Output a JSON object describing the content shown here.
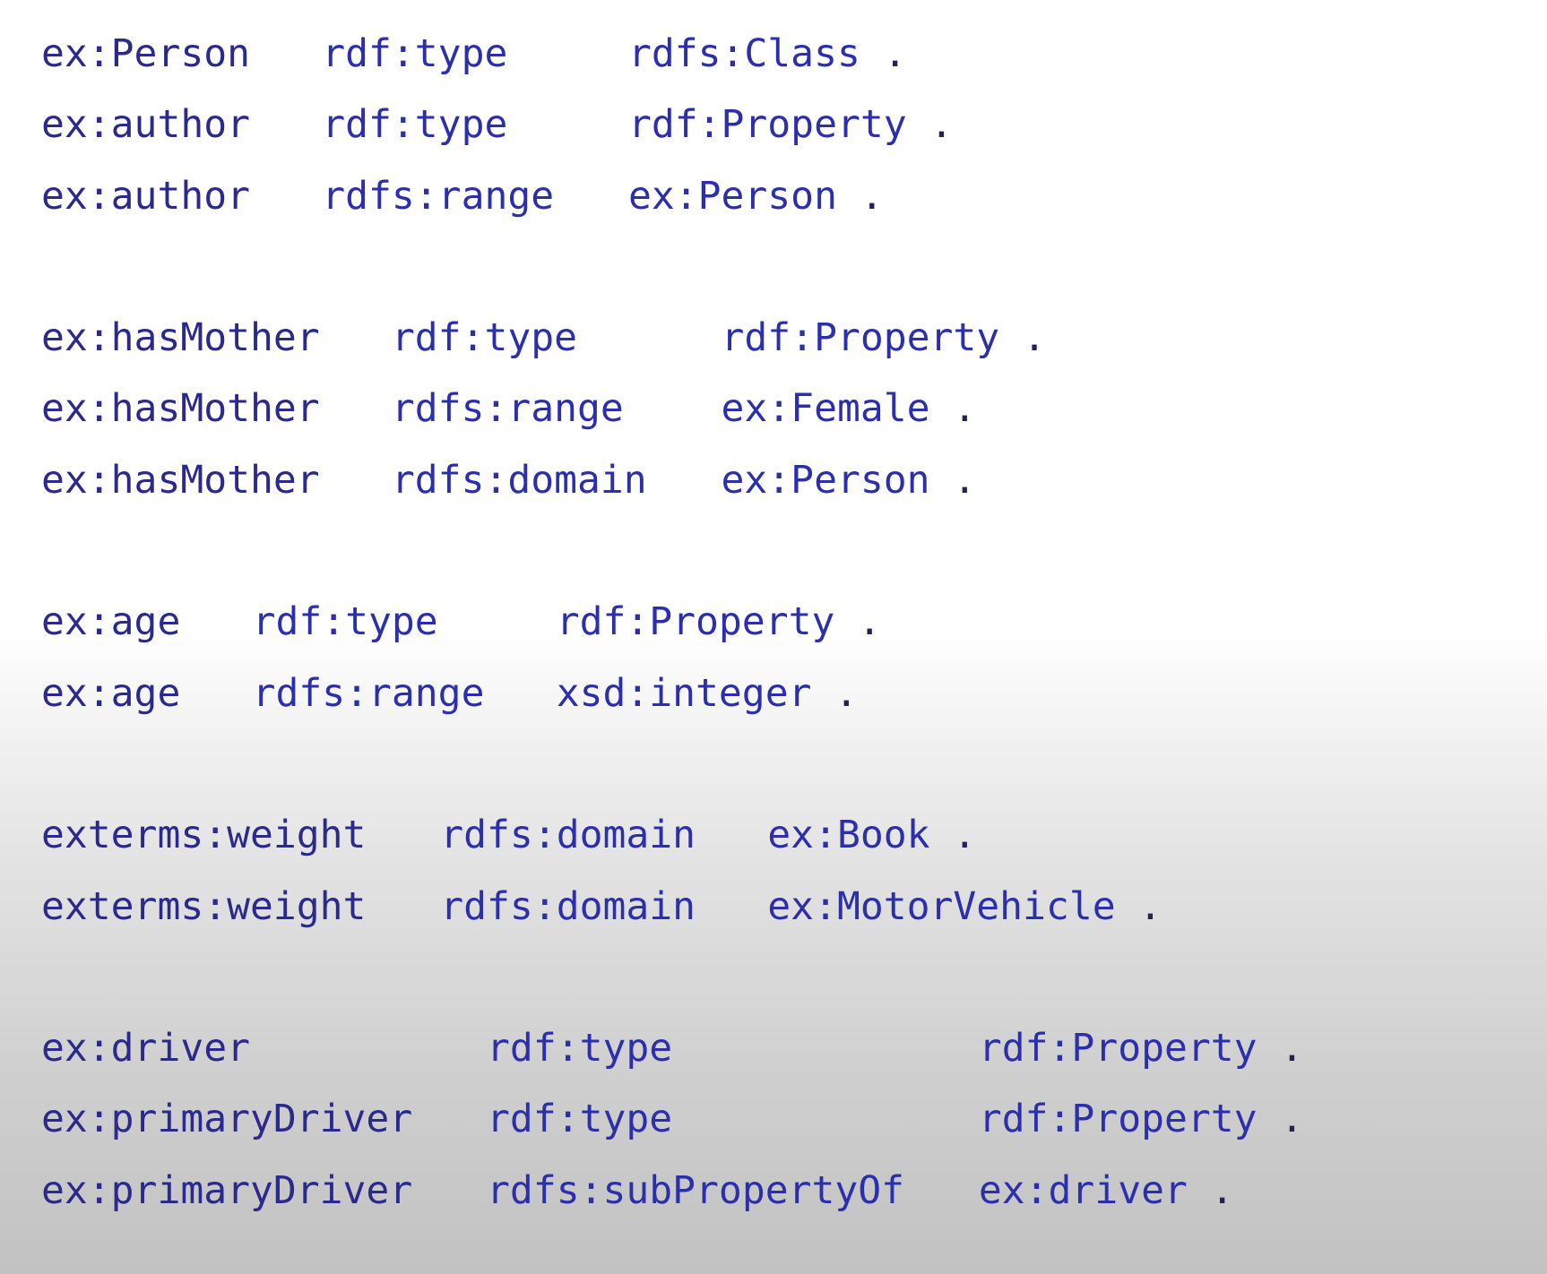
{
  "groups": [
    {
      "triples": [
        {
          "s": "ex:Person",
          "p": "rdf:type",
          "o": "rdfs:Class",
          "end": "."
        },
        {
          "s": "ex:author",
          "p": "rdf:type",
          "o": "rdf:Property",
          "end": "."
        },
        {
          "s": "ex:author",
          "p": "rdfs:range",
          "o": "ex:Person",
          "end": "."
        }
      ]
    },
    {
      "triples": [
        {
          "s": "ex:hasMother",
          "p": "rdf:type",
          "o": "rdf:Property",
          "end": "."
        },
        {
          "s": "ex:hasMother",
          "p": "rdfs:range",
          "o": "ex:Female",
          "end": "."
        },
        {
          "s": "ex:hasMother",
          "p": "rdfs:domain",
          "o": "ex:Person",
          "end": "."
        }
      ]
    },
    {
      "triples": [
        {
          "s": "ex:age",
          "p": "rdf:type",
          "o": "rdf:Property",
          "end": "."
        },
        {
          "s": "ex:age",
          "p": "rdfs:range",
          "o": "xsd:integer",
          "end": "."
        }
      ]
    },
    {
      "triples": [
        {
          "s": "exterms:weight",
          "p": "rdfs:domain",
          "o": "ex:Book",
          "end": "."
        },
        {
          "s": "exterms:weight",
          "p": "rdfs:domain",
          "o": "ex:MotorVehicle",
          "end": "."
        }
      ]
    },
    {
      "triples": [
        {
          "s": "ex:driver",
          "p": "rdf:type",
          "o": "rdf:Property",
          "end": "."
        },
        {
          "s": "ex:primaryDriver",
          "p": "rdf:type",
          "o": "rdf:Property",
          "end": "."
        },
        {
          "s": "ex:primaryDriver",
          "p": "rdfs:subPropertyOf",
          "o": "ex:driver",
          "end": "."
        }
      ]
    }
  ]
}
